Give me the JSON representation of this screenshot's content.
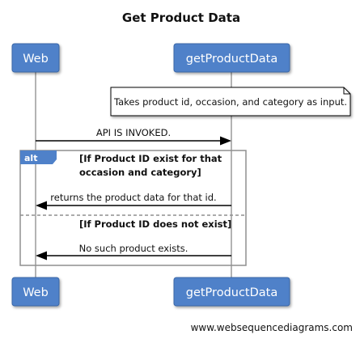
{
  "title": "Get Product Data",
  "participants": [
    {
      "id": "web",
      "label": "Web"
    },
    {
      "id": "getproductdata",
      "label": "getProductData"
    }
  ],
  "note": {
    "over": "getproductdata",
    "text": "Takes product id, occasion, and category as input."
  },
  "messages": [
    {
      "from": "web",
      "to": "getproductdata",
      "label": "API IS INVOKED."
    },
    {
      "from": "getproductdata",
      "to": "web",
      "label": "returns the product data for that id."
    },
    {
      "from": "getproductdata",
      "to": "web",
      "label": "No such product exists."
    }
  ],
  "alt_fragment": {
    "label": "alt",
    "sections": [
      {
        "guard_lines": [
          "[If Product ID exist for that",
          "occasion and category]"
        ]
      },
      {
        "guard_lines": [
          "[If Product ID does not exist]"
        ]
      }
    ]
  },
  "footer": "www.websequencediagrams.com",
  "colors": {
    "participant_fill": "#4f81c9",
    "participant_stroke": "#3a67a8",
    "alt_tab": "#4f81c9",
    "lifeline": "#9a9a9a",
    "frame": "#8f8f8f",
    "arrow": "#000000"
  }
}
